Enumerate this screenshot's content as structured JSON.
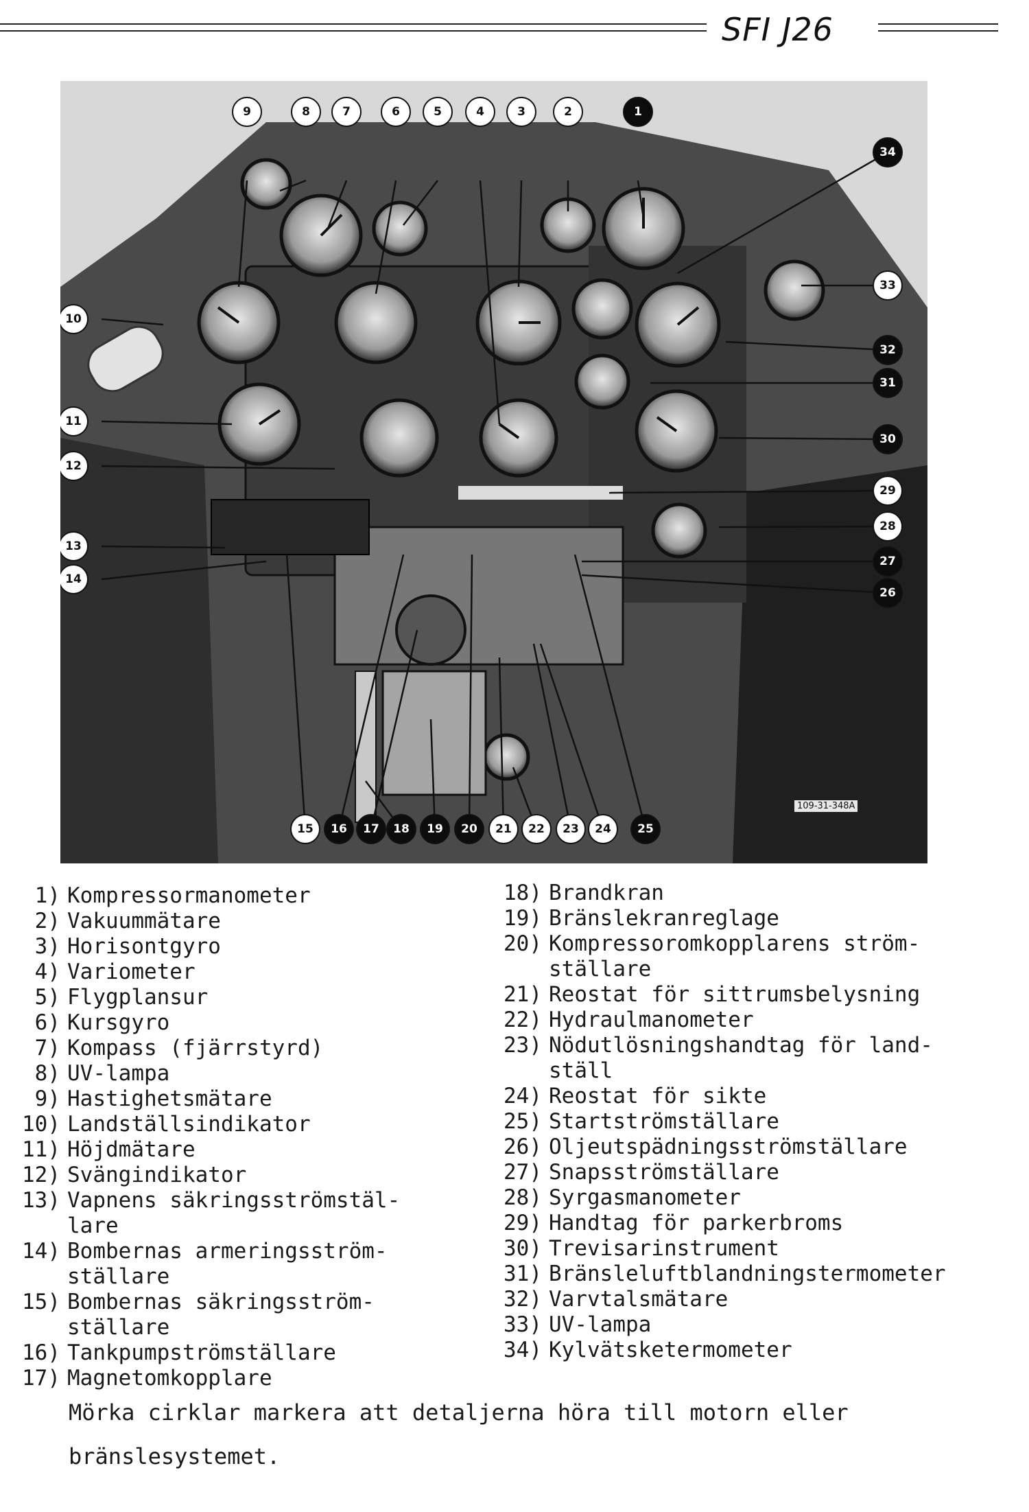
{
  "header": {
    "title": "SFI J26"
  },
  "photo": {
    "code": "109-31-348A",
    "callouts": [
      {
        "label": "1",
        "dark": true
      },
      {
        "label": "2",
        "dark": false
      },
      {
        "label": "3",
        "dark": false
      },
      {
        "label": "4",
        "dark": false
      },
      {
        "label": "5",
        "dark": false
      },
      {
        "label": "6",
        "dark": false
      },
      {
        "label": "7",
        "dark": false
      },
      {
        "label": "8",
        "dark": false
      },
      {
        "label": "9",
        "dark": false
      },
      {
        "label": "10",
        "dark": false
      },
      {
        "label": "11",
        "dark": false
      },
      {
        "label": "12",
        "dark": false
      },
      {
        "label": "13",
        "dark": false
      },
      {
        "label": "14",
        "dark": false
      },
      {
        "label": "15",
        "dark": false
      },
      {
        "label": "16",
        "dark": true
      },
      {
        "label": "17",
        "dark": true
      },
      {
        "label": "18",
        "dark": true
      },
      {
        "label": "19",
        "dark": true
      },
      {
        "label": "20",
        "dark": true
      },
      {
        "label": "21",
        "dark": false
      },
      {
        "label": "22",
        "dark": false
      },
      {
        "label": "23",
        "dark": false
      },
      {
        "label": "24",
        "dark": false
      },
      {
        "label": "25",
        "dark": true
      },
      {
        "label": "26",
        "dark": true
      },
      {
        "label": "27",
        "dark": true
      },
      {
        "label": "28",
        "dark": false
      },
      {
        "label": "29",
        "dark": false
      },
      {
        "label": "30",
        "dark": true
      },
      {
        "label": "31",
        "dark": true
      },
      {
        "label": "32",
        "dark": true
      },
      {
        "label": "33",
        "dark": false
      },
      {
        "label": "34",
        "dark": true
      }
    ]
  },
  "legend_left": [
    {
      "num": "1)",
      "text": "Kompressormanometer"
    },
    {
      "num": "2)",
      "text": "Vakuummätare"
    },
    {
      "num": "3)",
      "text": "Horisontgyro"
    },
    {
      "num": "4)",
      "text": "Variometer"
    },
    {
      "num": "5)",
      "text": "Flygplansur"
    },
    {
      "num": "6)",
      "text": "Kursgyro"
    },
    {
      "num": "7)",
      "text": "Kompass (fjärrstyrd)"
    },
    {
      "num": "8)",
      "text": "UV-lampa"
    },
    {
      "num": "9)",
      "text": "Hastighetsmätare"
    },
    {
      "num": "10)",
      "text": "Landställsindikator"
    },
    {
      "num": "11)",
      "text": "Höjdmätare"
    },
    {
      "num": "12)",
      "text": "Svängindikator"
    },
    {
      "num": "13)",
      "text": "Vapnens säkringsströmstäl-"
    },
    {
      "num": "",
      "text": "lare"
    },
    {
      "num": "14)",
      "text": "Bombernas armeringsström-"
    },
    {
      "num": "",
      "text": "ställare"
    },
    {
      "num": "15)",
      "text": "Bombernas säkringsström-"
    },
    {
      "num": "",
      "text": "ställare"
    },
    {
      "num": "16)",
      "text": "Tankpumpströmställare"
    },
    {
      "num": "17)",
      "text": "Magnetomkopplare"
    }
  ],
  "legend_right": [
    {
      "num": "18)",
      "text": "Brandkran"
    },
    {
      "num": "19)",
      "text": "Bränslekranreglage"
    },
    {
      "num": "20)",
      "text": "Kompressoromkopplarens ström-"
    },
    {
      "num": "",
      "text": "ställare"
    },
    {
      "num": "21)",
      "text": "Reostat för sittrumsbelysning"
    },
    {
      "num": "22)",
      "text": "Hydraulmanometer"
    },
    {
      "num": "23)",
      "text": "Nödutlösningshandtag för land-"
    },
    {
      "num": "",
      "text": "ställ"
    },
    {
      "num": "24)",
      "text": "Reostat för sikte"
    },
    {
      "num": "25)",
      "text": "Startströmställare"
    },
    {
      "num": "26)",
      "text": "Oljeutspädningsströmställare"
    },
    {
      "num": "27)",
      "text": "Snapsströmställare"
    },
    {
      "num": "28)",
      "text": "Syrgasmanometer"
    },
    {
      "num": "29)",
      "text": "Handtag för parkerbroms"
    },
    {
      "num": "30)",
      "text": "Trevisarinstrument"
    },
    {
      "num": "31)",
      "text": "Bränsleluftblandningstermometer"
    },
    {
      "num": "32)",
      "text": "Varvtalsmätare"
    },
    {
      "num": "33)",
      "text": "UV-lampa"
    },
    {
      "num": "34)",
      "text": "Kylvätsketermometer"
    }
  ],
  "note": "Mörka cirklar markera att detaljerna höra till motorn eller bränslesystemet."
}
